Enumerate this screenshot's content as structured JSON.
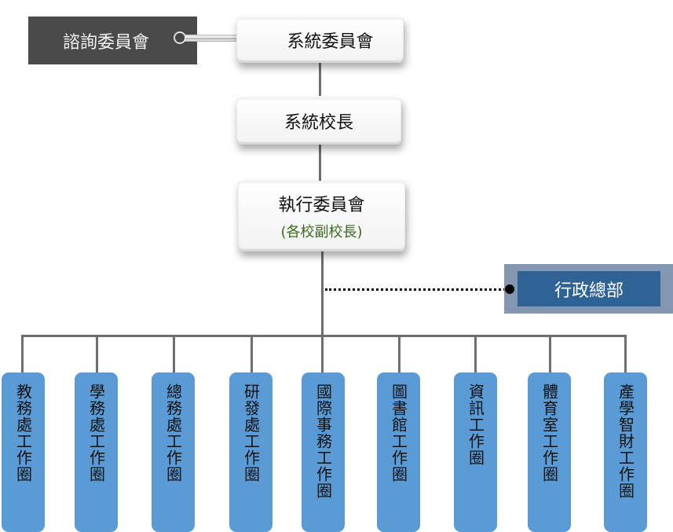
{
  "chart": {
    "advisory": {
      "label": "諮詢委員會"
    },
    "system_committee": {
      "label": "系統委員會"
    },
    "system_president": {
      "label": "系統校長"
    },
    "executive_committee": {
      "label": "執行委員會",
      "sublabel": "(各校副校長)"
    },
    "admin_hq": {
      "label": "行政總部"
    },
    "units": [
      {
        "label": "教務處工作圈"
      },
      {
        "label": "學務處工作圈"
      },
      {
        "label": "總務處工作圈"
      },
      {
        "label": "研發處工作圈"
      },
      {
        "label": "國際事務工作圈"
      },
      {
        "label": "圖書館工作圈"
      },
      {
        "label": "資訊工作圈"
      },
      {
        "label": "體育室工作圈"
      },
      {
        "label": "產學智財工作圈"
      }
    ]
  },
  "colors": {
    "unit_fill": "#5b9bd5",
    "admin_fill": "#2f6395",
    "admin_border": "#8497b0",
    "advisory_fill": "#4a4a4a",
    "sublabel_text": "#3d6b22",
    "connector": "#6e6e6e"
  }
}
